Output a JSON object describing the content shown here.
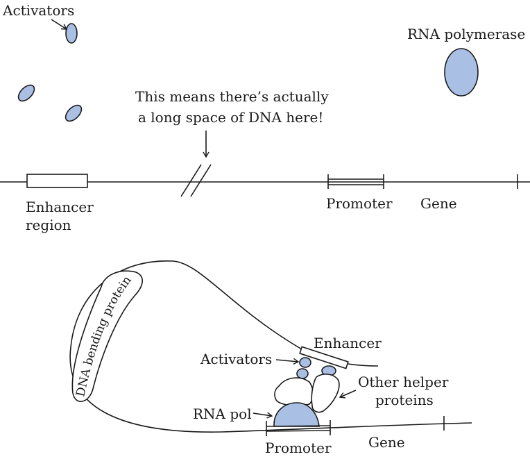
{
  "top": {
    "activators_label": "Activators",
    "rna_polymerase_label": "RNA polymerase",
    "note_line1": "This means there’s actually",
    "note_line2": "a long space of DNA here!",
    "enhancer_line1": "Enhancer",
    "enhancer_line2": "region",
    "promoter_label": "Promoter",
    "gene_label": "Gene"
  },
  "bottom": {
    "bending_protein_label": "DNA bending protein",
    "enhancer_label": "Enhancer",
    "activators_label": "Activators",
    "helper_line1": "Other helper",
    "helper_line2": "proteins",
    "rna_pol_label": "RNA pol",
    "promoter_label": "Promoter",
    "gene_label": "Gene"
  },
  "colors": {
    "protein_fill": "#a9bfe3",
    "line": "#1a1a1a"
  }
}
